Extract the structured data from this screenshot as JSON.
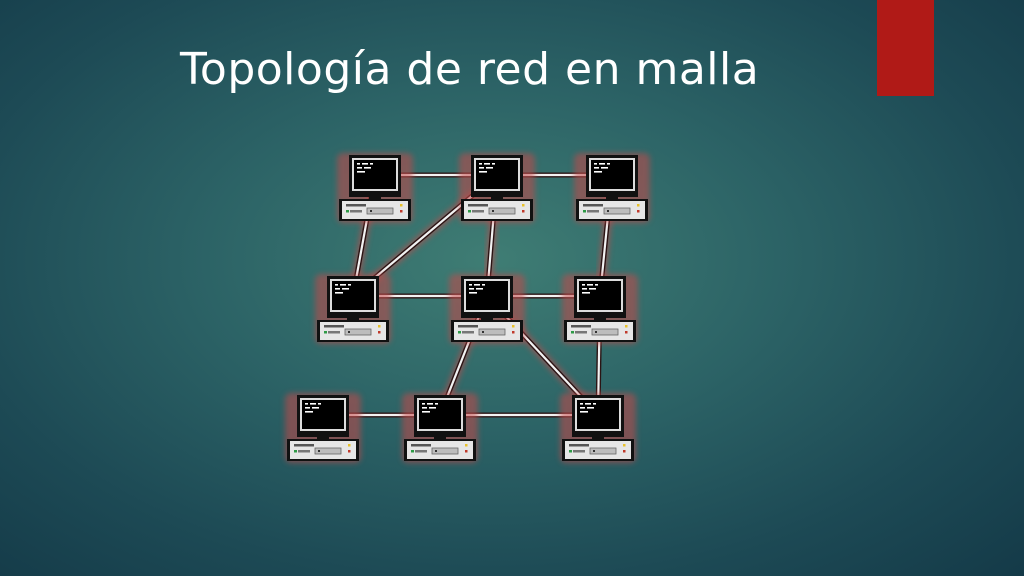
{
  "slide": {
    "title": "Topología de red en malla",
    "accent_color": "#b01a17"
  },
  "diagram": {
    "node_icon": "computer-icon",
    "glow_color": "#c44a4a",
    "link_color": "#f2f2f2",
    "nodes": [
      {
        "id": "pc-1",
        "row": 1,
        "col": 1
      },
      {
        "id": "pc-2",
        "row": 1,
        "col": 2
      },
      {
        "id": "pc-3",
        "row": 1,
        "col": 3
      },
      {
        "id": "pc-4",
        "row": 2,
        "col": 1
      },
      {
        "id": "pc-5",
        "row": 2,
        "col": 2
      },
      {
        "id": "pc-6",
        "row": 2,
        "col": 3
      },
      {
        "id": "pc-7",
        "row": 3,
        "col": 1
      },
      {
        "id": "pc-8",
        "row": 3,
        "col": 2
      },
      {
        "id": "pc-9",
        "row": 3,
        "col": 3
      }
    ],
    "links": [
      [
        "pc-1",
        "pc-2"
      ],
      [
        "pc-2",
        "pc-3"
      ],
      [
        "pc-1",
        "pc-4"
      ],
      [
        "pc-2",
        "pc-4"
      ],
      [
        "pc-2",
        "pc-5"
      ],
      [
        "pc-3",
        "pc-6"
      ],
      [
        "pc-4",
        "pc-5"
      ],
      [
        "pc-5",
        "pc-6"
      ],
      [
        "pc-5",
        "pc-8"
      ],
      [
        "pc-5",
        "pc-9"
      ],
      [
        "pc-6",
        "pc-9"
      ],
      [
        "pc-7",
        "pc-8"
      ],
      [
        "pc-8",
        "pc-9"
      ]
    ]
  }
}
